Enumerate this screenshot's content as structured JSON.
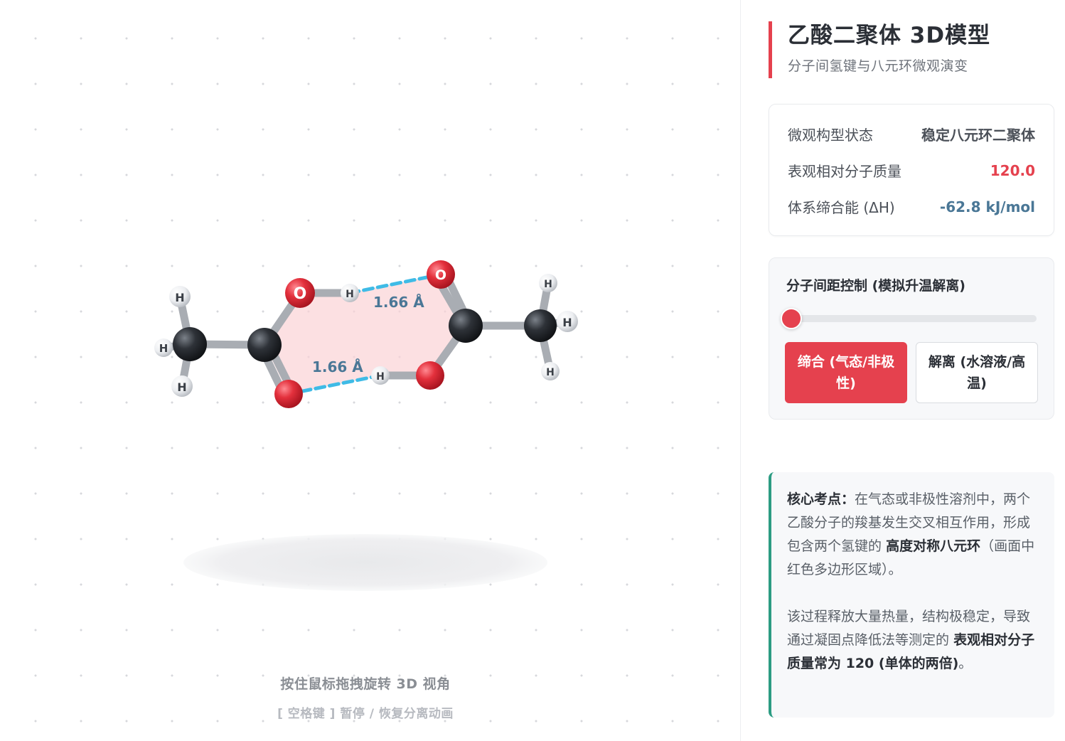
{
  "stage": {
    "labels": {
      "hydrogen": "H",
      "oxygen": "O",
      "bond_distance": "1.66 Å"
    },
    "hint": "按住鼠标拖拽旋转 3D 视角",
    "hint_sub": "[ 空格键 ] 暂停 / 恢复分离动画"
  },
  "panel": {
    "title": "乙酸二聚体 3D模型",
    "subtitle": "分子间氢键与八元环微观演变",
    "info": [
      {
        "label": "微观构型状态",
        "value": "稳定八元环二聚体"
      },
      {
        "label": "表观相对分子质量",
        "value": "120.0"
      },
      {
        "label": "体系缔合能 (ΔH)",
        "value": "-62.8 kJ/mol"
      }
    ],
    "control": {
      "title": "分子间距控制 (模拟升温解离)",
      "slider_fraction": 0,
      "btn_associate": "缔合 (气态/非极性)",
      "btn_dissociate": "解离 (水溶液/高温)"
    },
    "note": {
      "p1_lead": "核心考点：",
      "p1_text": "在气态或非极性溶剂中，两个乙酸分子的羧基发生交叉相互作用，形成包含两个氢键的",
      "p1_strong": "高度对称八元环",
      "p1_tail": "（画面中红色多边形区域）。",
      "p2_text": "该过程释放大量热量，结构极稳定，导致通过凝固点降低法等测定的",
      "p2_strong": "表观相对分子质量常为 120 (单体的两倍)",
      "p2_tail": "。"
    },
    "colors": {
      "accent": "#e5414e",
      "teal": "#2c9c83",
      "blue": "#4a7796",
      "hbond": "#3fbbe6"
    }
  }
}
